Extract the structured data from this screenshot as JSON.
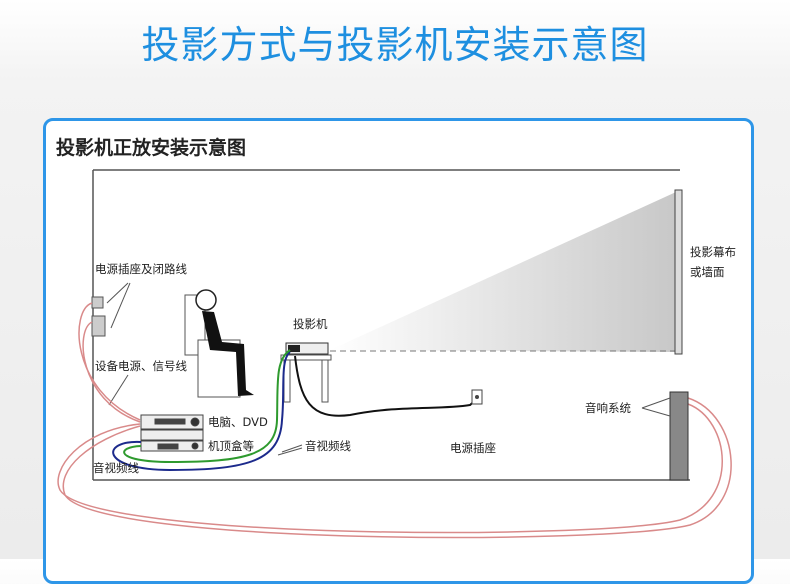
{
  "title": "投影方式与投影机安装示意图",
  "subtitle": "投影机正放安装示意图",
  "labels": {
    "screen_line1": "投影幕布",
    "screen_line2": "或墙面",
    "outlet_cable": "电源插座及闭路线",
    "device_power": "设备电源、信号线",
    "projector": "投影机",
    "pc_dvd": "电脑、DVD",
    "stb": "机顶盒等",
    "av_cable_center": "音视频线",
    "av_cable_left": "音视频线",
    "power_outlet": "电源插座",
    "audio_system": "音响系统"
  },
  "colors": {
    "accent": "#1e8fe0",
    "av_blue": "#1c2a8c",
    "av_green": "#2e9a2e",
    "power_red": "#d98a8a"
  }
}
